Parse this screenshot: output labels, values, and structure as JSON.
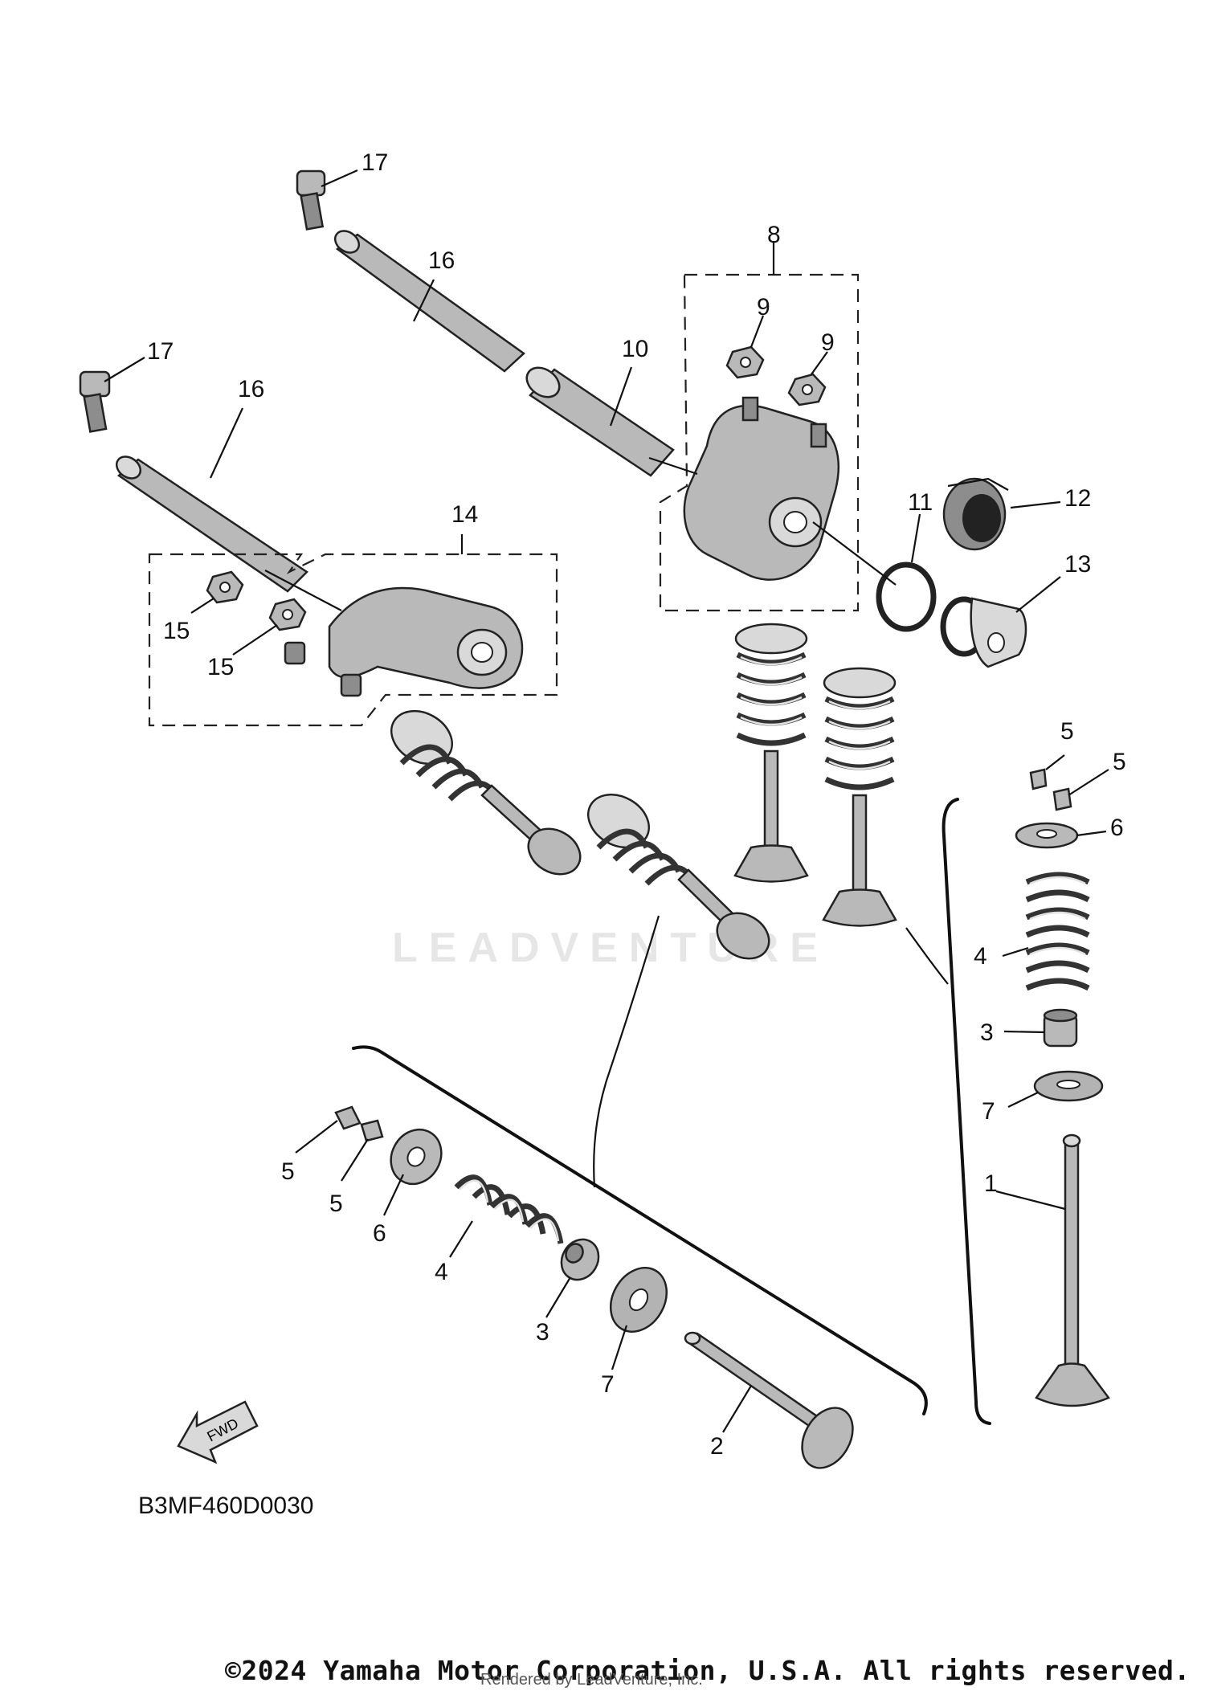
{
  "diagram": {
    "code": "B3MF460D0030",
    "copyright": "©2024 Yamaha Motor Corporation, U.S.A. All rights reserved.",
    "rendered_by": "Rendered by LeadVenture, Inc.",
    "watermark": "LEADVENTURE",
    "fwd_label": "FWD",
    "callouts": {
      "c1": "1",
      "c2": "2",
      "c3a": "3",
      "c3b": "3",
      "c4a": "4",
      "c4b": "4",
      "c5a": "5",
      "c5b": "5",
      "c5c": "5",
      "c5d": "5",
      "c6a": "6",
      "c6b": "6",
      "c7a": "7",
      "c7b": "7",
      "c8": "8",
      "c9a": "9",
      "c9b": "9",
      "c10": "10",
      "c11": "11",
      "c12": "12",
      "c13": "13",
      "c14": "14",
      "c15a": "15",
      "c15b": "15",
      "c16a": "16",
      "c16b": "16",
      "c17a": "17",
      "c17b": "17"
    }
  }
}
